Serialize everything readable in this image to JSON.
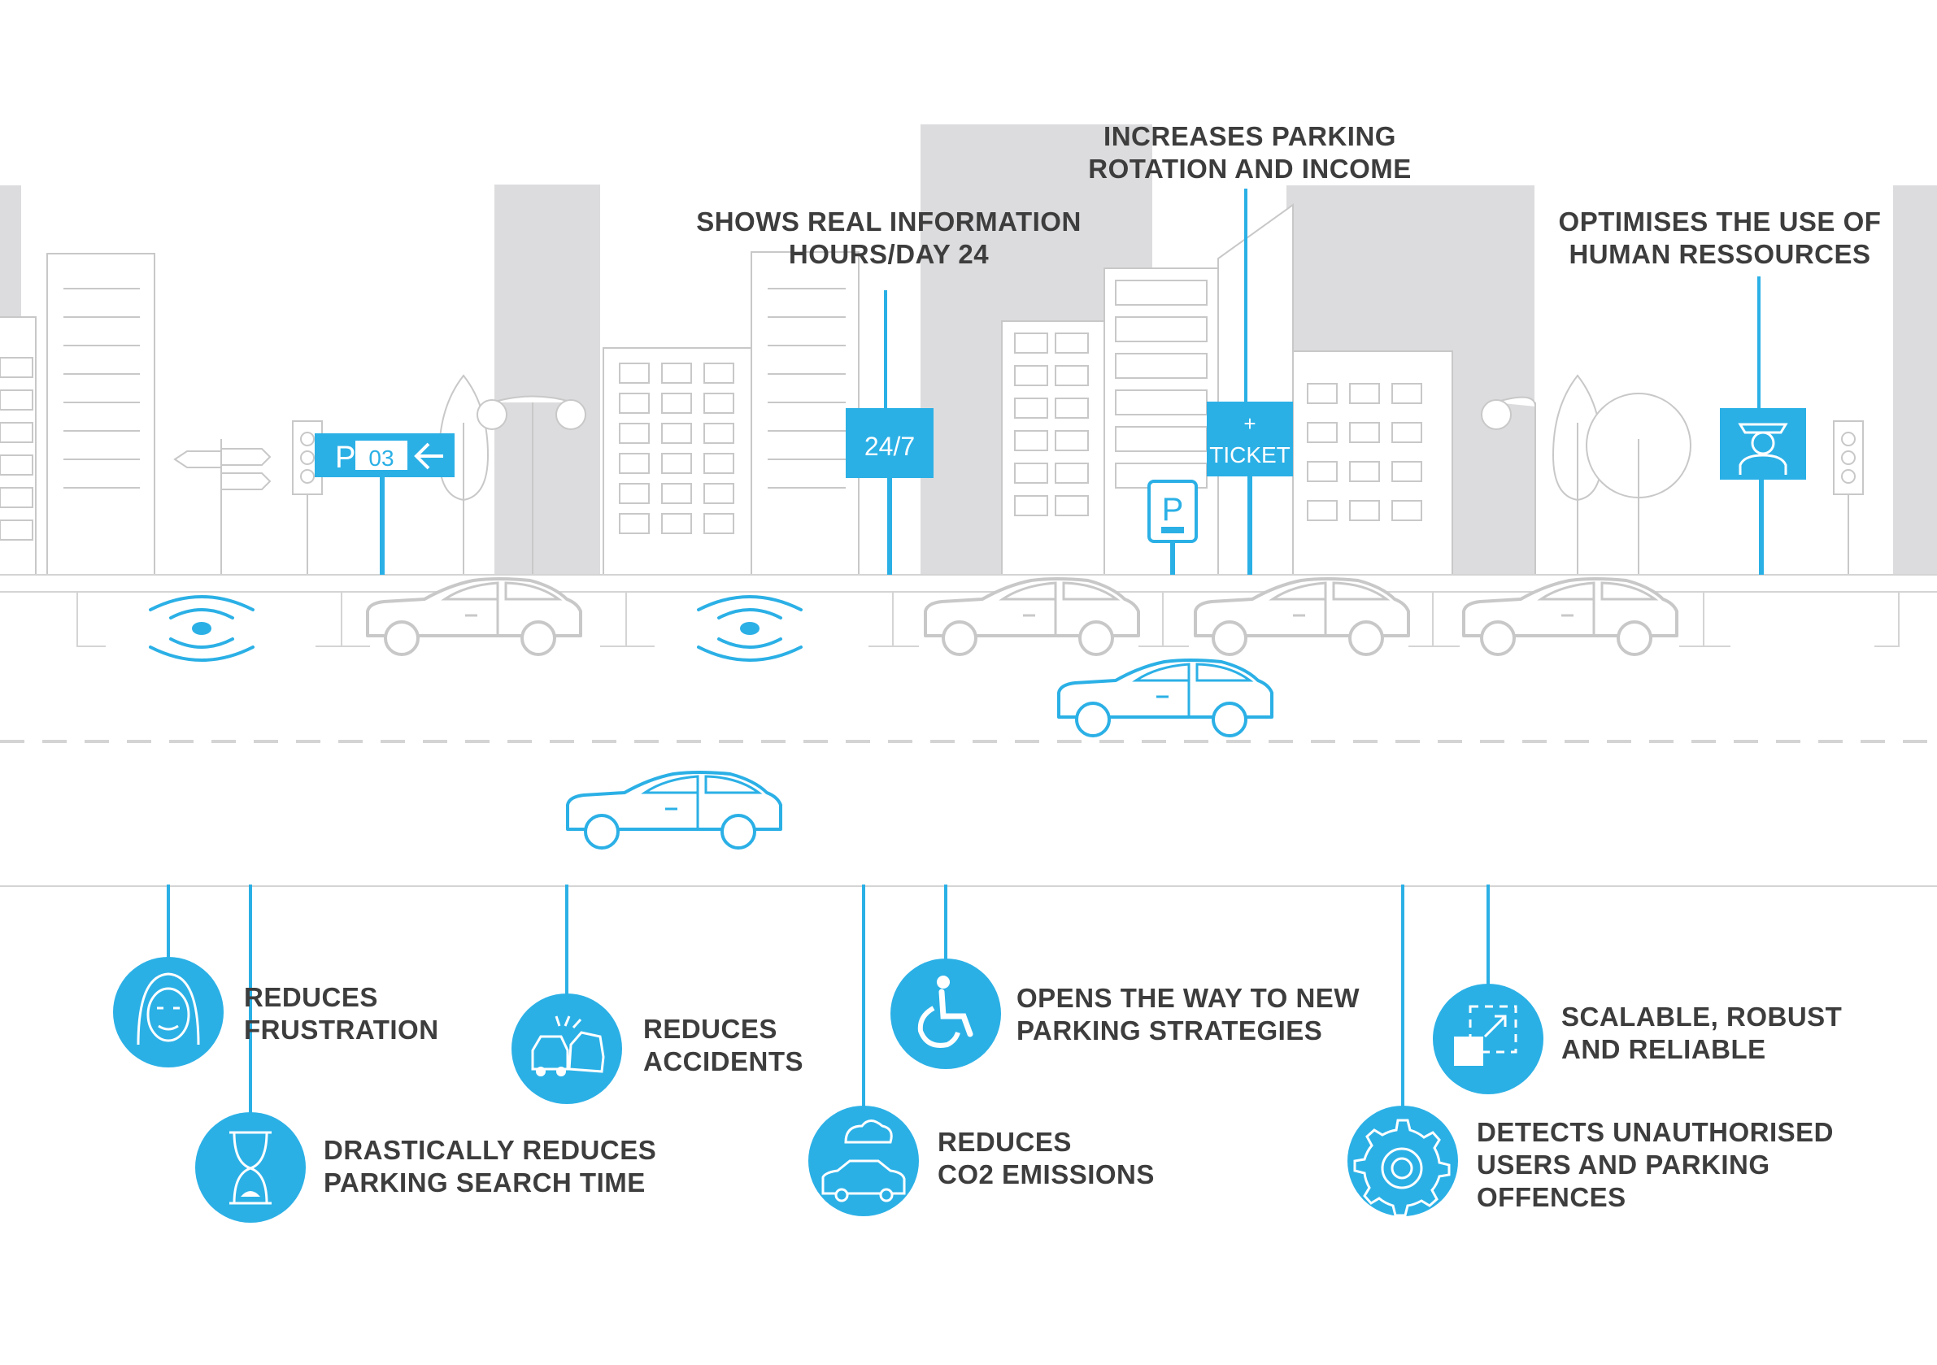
{
  "colors": {
    "accent": "#2bb0e6",
    "outline": "#c8c8c8",
    "building_bg": "#dcdcde",
    "text": "#3d3d3d"
  },
  "top_benefits": [
    {
      "line1": "SHOWS REAL INFORMATION",
      "line2": "HOURS/DAY 24"
    },
    {
      "line1": "INCREASES PARKING",
      "line2": "ROTATION AND INCOME"
    },
    {
      "line1": "OPTIMISES THE USE OF",
      "line2": "HUMAN RESSOURCES"
    }
  ],
  "signs": {
    "parking_letter": "P",
    "parking_number": "03",
    "hours": "24/7",
    "ticket_plus": "+",
    "ticket": "TICKET",
    "meter_letter": "P"
  },
  "bottom_benefits": [
    {
      "icon": "face-icon",
      "line1": "REDUCES",
      "line2": "FRUSTRATION"
    },
    {
      "icon": "hourglass-icon",
      "line1": "DRASTICALLY REDUCES",
      "line2": "PARKING SEARCH TIME"
    },
    {
      "icon": "car-crash-icon",
      "line1": "REDUCES",
      "line2": "ACCIDENTS"
    },
    {
      "icon": "car-emissions-icon",
      "line1": "REDUCES",
      "line2": "CO2 EMISSIONS"
    },
    {
      "icon": "wheelchair-icon",
      "line1": "OPENS THE WAY TO NEW",
      "line2": "PARKING STRATEGIES"
    },
    {
      "icon": "scale-icon",
      "line1": "SCALABLE, ROBUST",
      "line2": "AND RELIABLE"
    },
    {
      "icon": "gear-icon",
      "line1": "DETECTS UNAUTHORISED",
      "line2": "USERS AND PARKING",
      "line3": "OFFENCES"
    }
  ]
}
